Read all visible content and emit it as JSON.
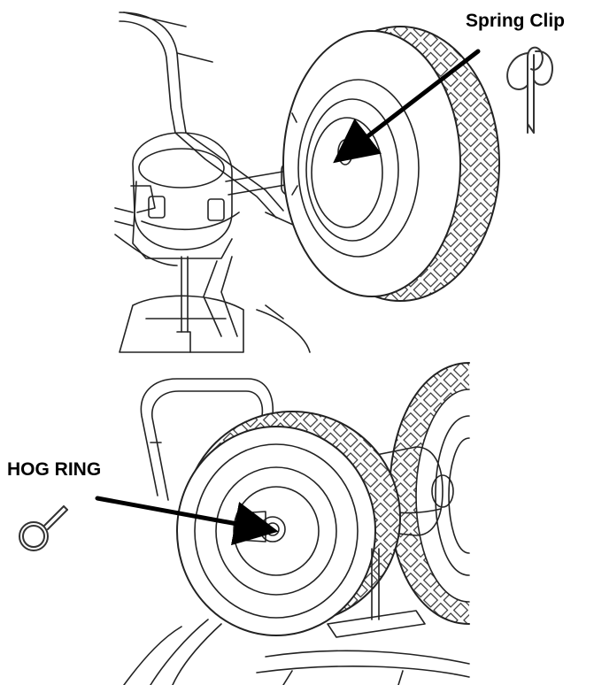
{
  "figure": {
    "panels": [
      {
        "name": "top-panel",
        "callout": "Spring Clip"
      },
      {
        "name": "bottom-panel",
        "callout": "HOG RING"
      }
    ]
  }
}
